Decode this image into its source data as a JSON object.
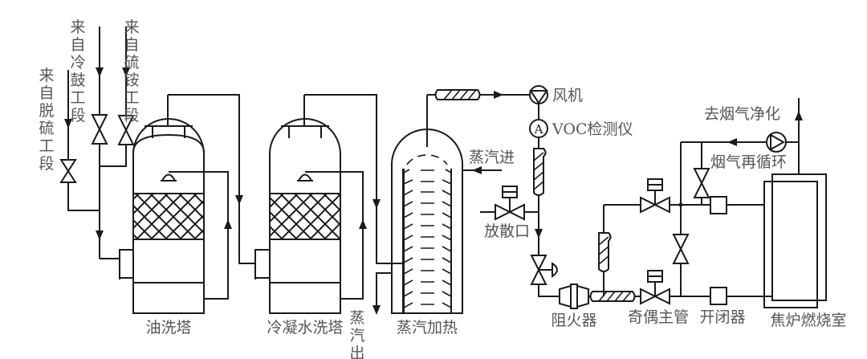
{
  "diagram": {
    "title": "焦化VOC废气处理工艺流程",
    "labels": {
      "from_desulfurization": "来自脱硫工段",
      "from_cold_drum": "来自冷鼓工段",
      "from_ammonium_sulfate": "来自硫铵工段",
      "oil_wash_tower": "油洗塔",
      "condensate_wash_tower": "冷凝水洗塔",
      "steam_out": "蒸汽出",
      "steam_heating": "蒸汽加热",
      "steam_in": "蒸汽进",
      "fan": "风机",
      "voc_detector": "VOC检测仪",
      "voc_detector_symbol": "A",
      "vent": "放散口",
      "flame_arrester": "阻火器",
      "odd_even_main_pipe": "奇偶主管",
      "switch_device": "开闭器",
      "coke_oven_combustion_chamber": "焦炉燃烧室",
      "to_flue_gas_cleaning": "去烟气净化",
      "flue_gas_recirculation": "烟气再循环"
    },
    "colors": {
      "line": "#1a1a1a",
      "text": "#555555",
      "background": "#ffffff"
    }
  }
}
